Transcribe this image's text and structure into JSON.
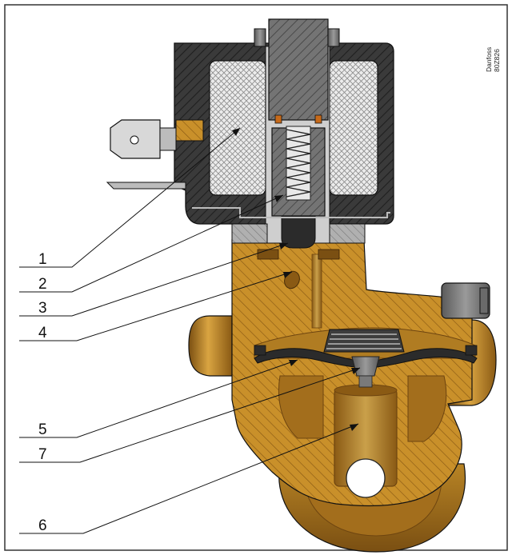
{
  "brand": {
    "name": "Danfoss",
    "code": "80Z826"
  },
  "callouts": [
    {
      "id": "1",
      "label": "1"
    },
    {
      "id": "2",
      "label": "2"
    },
    {
      "id": "3",
      "label": "3"
    },
    {
      "id": "4",
      "label": "4"
    },
    {
      "id": "5",
      "label": "5"
    },
    {
      "id": "7",
      "label": "7"
    },
    {
      "id": "6",
      "label": "6"
    }
  ],
  "colors": {
    "brass": "#c9902a",
    "brass_dark": "#8a5a14",
    "coil_housing": "#3a3a3a",
    "armature": "#6e6e6e",
    "winding": "#e4e4e4",
    "steel_light": "#a8a8a8",
    "background": "#ffffff",
    "frame": "#333333"
  }
}
